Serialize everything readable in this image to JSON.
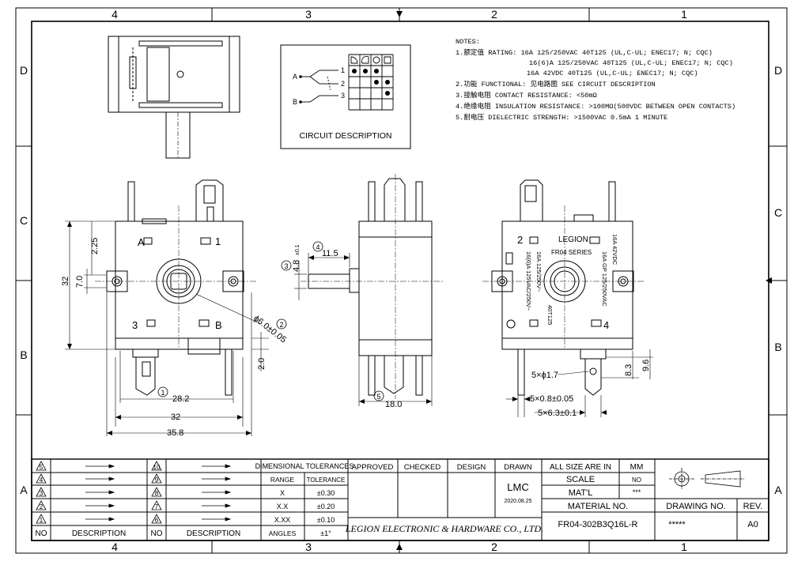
{
  "border": {
    "columns": [
      "4",
      "3",
      "2",
      "1"
    ],
    "rows": [
      "D",
      "C",
      "B",
      "A"
    ]
  },
  "notes": {
    "title": "NOTES:",
    "lines": [
      "1.额定值 RATING: 16A 125/250VAC 40T125 (UL,C-UL; ENEC17; N; CQC)",
      "16(6)A 125/250VAC 40T125 (UL,C-UL; ENEC17; N; CQC)",
      "16A 42VDC 40T125 (UL,C-UL; ENEC17; N; CQC)",
      "2.功能 FUNCTIONAL: 见电路图 SEE CIRCUIT DESCRIPTION",
      "3.接触电阻 CONTACT RESISTANCE: <50mΩ",
      "4.绝缘电阻 INSULATION RESISTANCE: >100MΩ(500VDC BETWEEN OPEN CONTACTS)",
      "5.耐电压 DIELECTRIC STRENGTH: >1500VAC 0.5mA 1 MINUTE"
    ]
  },
  "circuit": {
    "caption": "CIRCUIT DESCRIPTION",
    "input_a": "A",
    "input_b": "B",
    "outputs": [
      "1",
      "2",
      "3"
    ]
  },
  "front_view": {
    "term_a": "A",
    "term_1": "1",
    "term_3": "3",
    "term_b": "B",
    "dims": {
      "d_2_25": "2.25",
      "d_32v": "32",
      "d_7_0": "7.0",
      "d_2_0": "2.0",
      "d_28_2": "28.2",
      "d_32": "32",
      "d_35_8": "35.8",
      "d_shaft": "ϕ6.0±0.05"
    },
    "balloons": {
      "b1": "1",
      "b2": "2"
    }
  },
  "side_view": {
    "dims": {
      "d_11_5": "11.5",
      "d_4_8": "4.8",
      "d_tol": "±0.1",
      "d_18_0": "18.0"
    },
    "balloons": {
      "b3": "3",
      "b4": "4",
      "b5": "5"
    }
  },
  "rear_view": {
    "term_2": "2",
    "term_4": "4",
    "brand": "LEGION",
    "series": "FR04 SERIES",
    "marks": [
      "16A 125/250V~",
      "16(6)A 125VAC/250V~",
      "40T125",
      "16A 42VDC",
      "16A GP 125/250VAC"
    ],
    "dims": {
      "d_hole": "5×ϕ1.7",
      "d_8_3": "8.3",
      "d_9_6": "9.6",
      "d_thick": "5×0.8±0.05",
      "d_width": "5×6.3±0.1"
    }
  },
  "title_block": {
    "revisions_left": [
      "5",
      "4",
      "3",
      "2",
      "1"
    ],
    "revisions_right": [
      "10",
      "9",
      "8",
      "7",
      "6"
    ],
    "rev_no_label": "NO",
    "rev_desc_label": "DESCRIPTION",
    "tolerances": {
      "title": "DIMENSIONAL TOLERANCES",
      "range_label": "RANGE",
      "tol_label": "TOLERANCE",
      "rows": [
        {
          "range": "X",
          "tol": "±0.30"
        },
        {
          "range": "X.X",
          "tol": "±0.20"
        },
        {
          "range": "X.XX",
          "tol": "±0.10"
        },
        {
          "range": "ANGLES",
          "tol": "±1°"
        }
      ]
    },
    "approved": "APPROVED",
    "checked": "CHECKED",
    "design": "DESIGN",
    "drawn": "DRAWN",
    "drawn_by": "LMC",
    "drawn_date": "2020.08.25",
    "company": "LEGION ELECTRONIC & HARDWARE CO., LTD.",
    "size_label": "ALL SIZE ARE IN",
    "size_unit": "MM",
    "scale_label": "SCALE",
    "scale_value": "NO",
    "matl_label": "MAT'L",
    "matl_value": "***",
    "material_no_label": "MATERIAL NO.",
    "material_no": "FR04-302B3Q16L-R",
    "drawing_no_label": "DRAWING NO.",
    "drawing_no": "*****",
    "rev_label": "REV.",
    "rev_value": "A0"
  }
}
